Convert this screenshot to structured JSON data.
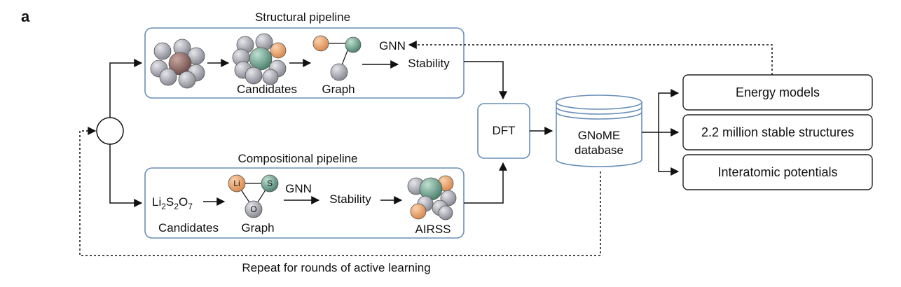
{
  "panel_label": "a",
  "structural": {
    "title": "Structural pipeline",
    "candidates_label": "Candidates",
    "graph_label": "Graph",
    "gnn_label": "GNN",
    "stability_label": "Stability"
  },
  "compositional": {
    "title": "Compositional pipeline",
    "formula": {
      "el1": "Li",
      "sub1": "2",
      "el2": "S",
      "sub2": "2",
      "el3": "O",
      "sub3": "7"
    },
    "candidates_label": "Candidates",
    "graph_label": "Graph",
    "gnn_label": "GNN",
    "stability_label": "Stability",
    "airss_label": "AIRSS",
    "atom_labels": {
      "li": "Li",
      "s": "S",
      "o": "O"
    }
  },
  "dft_label": "DFT",
  "database": {
    "line1": "GNoME",
    "line2": "database"
  },
  "outputs": [
    "Energy models",
    "2.2 million stable structures",
    "Interatomic potentials"
  ],
  "loop_label": "Repeat for rounds of active learning",
  "colors": {
    "pipeline_border": "#6a8fb8",
    "atom_grey": "#a6a6ae",
    "atom_orange": "#e8a06a",
    "atom_green": "#6f9f8a",
    "atom_brown": "#8e6d6a"
  }
}
